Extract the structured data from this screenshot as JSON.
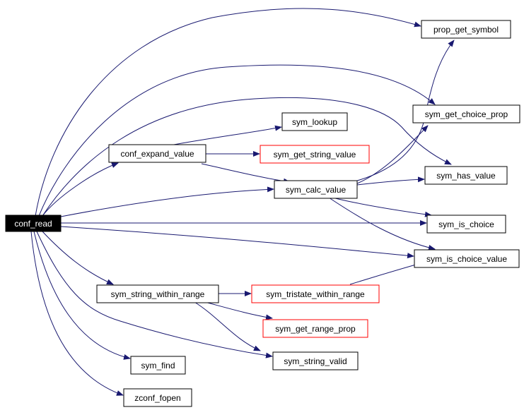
{
  "graph": {
    "nodes": {
      "conf_read": {
        "label": "conf_read",
        "style": "root"
      },
      "conf_expand_value": {
        "label": "conf_expand_value",
        "style": "normal"
      },
      "sym_string_within_range": {
        "label": "sym_string_within_range",
        "style": "normal"
      },
      "sym_find": {
        "label": "sym_find",
        "style": "normal"
      },
      "zconf_fopen": {
        "label": "zconf_fopen",
        "style": "normal"
      },
      "sym_lookup": {
        "label": "sym_lookup",
        "style": "normal"
      },
      "sym_get_string_value": {
        "label": "sym_get_string_value",
        "style": "truncated"
      },
      "sym_calc_value": {
        "label": "sym_calc_value",
        "style": "normal"
      },
      "sym_tristate_within_range": {
        "label": "sym_tristate_within_range",
        "style": "truncated"
      },
      "sym_get_range_prop": {
        "label": "sym_get_range_prop",
        "style": "truncated"
      },
      "sym_string_valid": {
        "label": "sym_string_valid",
        "style": "normal"
      },
      "prop_get_symbol": {
        "label": "prop_get_symbol",
        "style": "normal"
      },
      "sym_get_choice_prop": {
        "label": "sym_get_choice_prop",
        "style": "normal"
      },
      "sym_has_value": {
        "label": "sym_has_value",
        "style": "normal"
      },
      "sym_is_choice": {
        "label": "sym_is_choice",
        "style": "normal"
      },
      "sym_is_choice_value": {
        "label": "sym_is_choice_value",
        "style": "normal"
      }
    },
    "edges": [
      [
        "conf_read",
        "prop_get_symbol"
      ],
      [
        "conf_read",
        "sym_get_choice_prop"
      ],
      [
        "conf_read",
        "sym_has_value"
      ],
      [
        "conf_read",
        "conf_expand_value"
      ],
      [
        "conf_read",
        "sym_calc_value"
      ],
      [
        "conf_read",
        "sym_is_choice"
      ],
      [
        "conf_read",
        "sym_is_choice_value"
      ],
      [
        "conf_read",
        "sym_string_within_range"
      ],
      [
        "conf_read",
        "sym_string_valid"
      ],
      [
        "conf_read",
        "sym_find"
      ],
      [
        "conf_read",
        "zconf_fopen"
      ],
      [
        "conf_expand_value",
        "sym_lookup"
      ],
      [
        "conf_expand_value",
        "sym_get_string_value"
      ],
      [
        "conf_expand_value",
        "sym_calc_value"
      ],
      [
        "sym_calc_value",
        "prop_get_symbol"
      ],
      [
        "sym_calc_value",
        "sym_get_choice_prop"
      ],
      [
        "sym_calc_value",
        "sym_has_value"
      ],
      [
        "sym_calc_value",
        "sym_is_choice"
      ],
      [
        "sym_calc_value",
        "sym_is_choice_value"
      ],
      [
        "sym_string_within_range",
        "sym_tristate_within_range"
      ],
      [
        "sym_string_within_range",
        "sym_get_range_prop"
      ],
      [
        "sym_string_within_range",
        "sym_string_valid"
      ],
      [
        "sym_tristate_within_range",
        "sym_is_choice_value"
      ]
    ],
    "colors": {
      "edge": "#191970",
      "root_fill": "#000000",
      "root_text": "#ffffff",
      "normal_border": "#000000",
      "truncated_border": "#ff0000"
    }
  }
}
